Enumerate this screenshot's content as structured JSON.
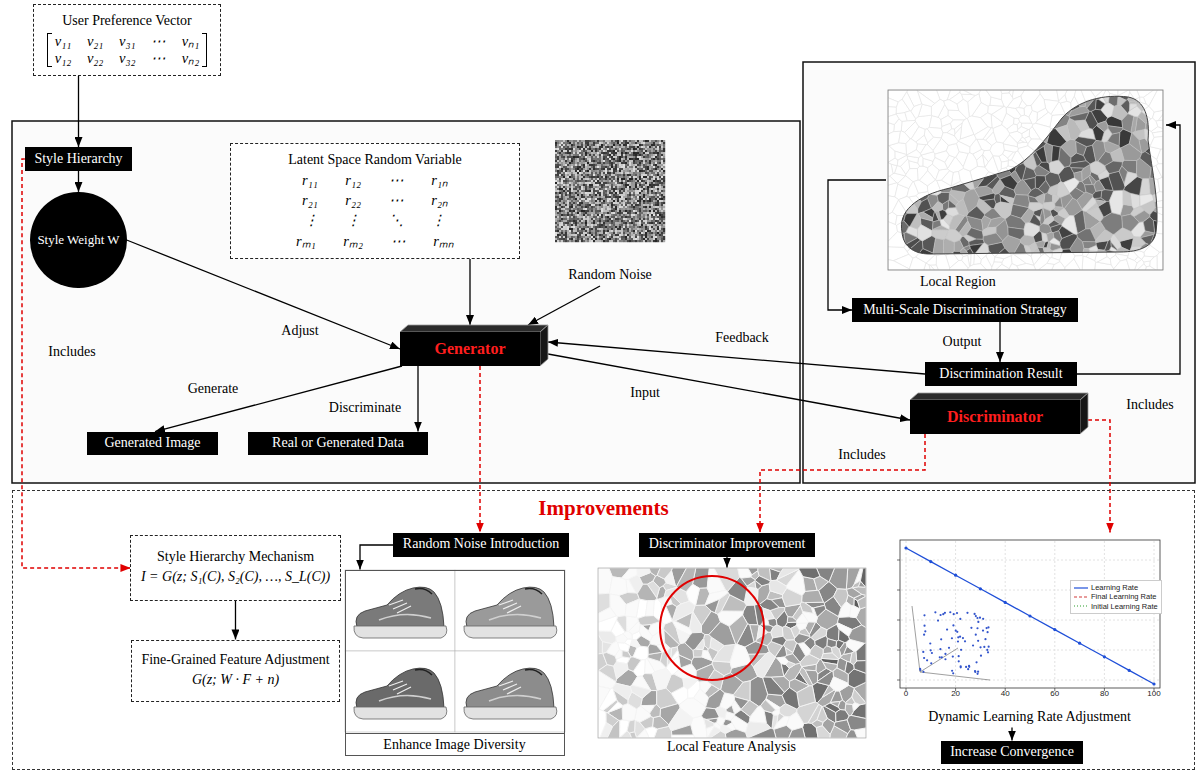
{
  "diagram": {
    "nodes": [
      {
        "text": [
          "User Preference Vector",
          "v₁₁ v₂₁ v₃₁ ⋯ vₙ₁",
          "v₁₂ v₂₂ v₃₂ ⋯ vₙ₂"
        ]
      },
      {
        "text": [
          "Style Hierarchy"
        ]
      },
      {
        "text": [
          "Latent Space Random Variable",
          "r₁₁ r₁₂ ⋯ r₁ₙ",
          "r₂₁ r₂₂ ⋯ r₂ₙ",
          "⋮ ⋮ ⋱ ⋮",
          "rₘ₁ rₘ₂ ⋯ rₘₙ"
        ]
      },
      {
        "text": [
          "Random Noise"
        ]
      },
      {
        "text": [
          "Local Region"
        ]
      },
      {
        "text": [
          "Style Weight W"
        ]
      },
      {
        "text": [
          "Multi-Scale Discrimination Strategy"
        ]
      },
      {
        "text": [
          "Generator"
        ]
      },
      {
        "text": [
          "Discrimination Result"
        ]
      },
      {
        "text": [
          "Discriminator"
        ]
      },
      {
        "text": [
          "Generated Image"
        ]
      },
      {
        "text": [
          "Real or Generated Data"
        ]
      },
      {
        "text": [
          "Improvements"
        ]
      },
      {
        "text": [
          "Style Hierarchy Mechanism",
          "I = G(z; S₁(C), S₂(C), …, S_L(C))"
        ],
        "in": 12
      },
      {
        "text": [
          "Random Noise Introduction"
        ],
        "in": 12
      },
      {
        "text": [
          "Discriminator Improvement"
        ],
        "in": 12
      },
      {
        "text": [
          "Dynamic Learning Rate Adjustment"
        ],
        "in": 12
      },
      {
        "text": [
          "Fine-Grained Feature Adjustment",
          "G(z; W · F + n)"
        ],
        "in": 12
      },
      {
        "text": [
          "Enhance Image Diversity"
        ],
        "in": 12
      },
      {
        "text": [
          "Local Feature Analysis"
        ],
        "in": 12
      },
      {
        "text": [
          "Increase Convergence"
        ],
        "in": 12
      }
    ],
    "edges": [
      {
        "from": 0,
        "to": 1,
        "arrow": "to"
      },
      {
        "from": 1,
        "to": 5,
        "arrow": "to"
      },
      {
        "from": 5,
        "to": 7,
        "arrow": "to",
        "label": "Adjust"
      },
      {
        "from": 2,
        "to": 7,
        "arrow": "to"
      },
      {
        "from": 3,
        "to": 7,
        "arrow": "to"
      },
      {
        "from": 7,
        "to": 10,
        "arrow": "to",
        "label": "Generate"
      },
      {
        "from": 7,
        "to": 11,
        "arrow": "to",
        "label": "Discriminate"
      },
      {
        "from": 7,
        "to": 9,
        "arrow": "to",
        "label": "Input"
      },
      {
        "from": 8,
        "to": 7,
        "arrow": "to",
        "label": "Feedback"
      },
      {
        "from": 4,
        "to": 6,
        "arrow": "to"
      },
      {
        "from": 6,
        "to": 8,
        "arrow": "to",
        "label": "Output"
      },
      {
        "from": 8,
        "to": 4,
        "arrow": "to"
      },
      {
        "from": 1,
        "to": 13,
        "arrow": "to",
        "label": "Includes"
      },
      {
        "from": 7,
        "to": 14,
        "arrow": "to"
      },
      {
        "from": 9,
        "to": 15,
        "arrow": "to",
        "label": "Includes"
      },
      {
        "from": 9,
        "to": 16,
        "arrow": "to",
        "label": "Includes"
      },
      {
        "from": 13,
        "to": 17,
        "arrow": "to"
      },
      {
        "from": 14,
        "to": 18,
        "arrow": "to"
      },
      {
        "from": 15,
        "to": 19,
        "arrow": "to"
      },
      {
        "from": 16,
        "to": 20,
        "arrow": "to"
      }
    ],
    "labels": [
      "0",
      "20",
      "40",
      "60",
      "80",
      "100"
    ],
    "legend": [
      {
        "text": "Learning Rate"
      },
      {
        "text": "Final Learning Rate"
      },
      {
        "text": "Initial Learning Rate"
      }
    ]
  }
}
